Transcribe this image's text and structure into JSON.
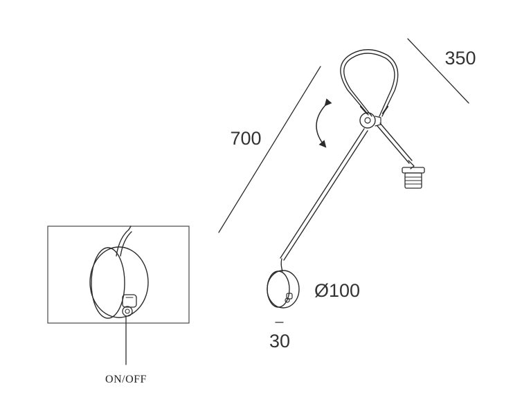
{
  "dimensions": {
    "height_label": "700",
    "reach_label": "350",
    "base_diameter_label": "Ø100",
    "base_depth_label": "30"
  },
  "callout": {
    "switch_label": "ON/OFF"
  },
  "colors": {
    "line": "#2b2b2b",
    "frame": "#555555",
    "background": "#ffffff"
  }
}
